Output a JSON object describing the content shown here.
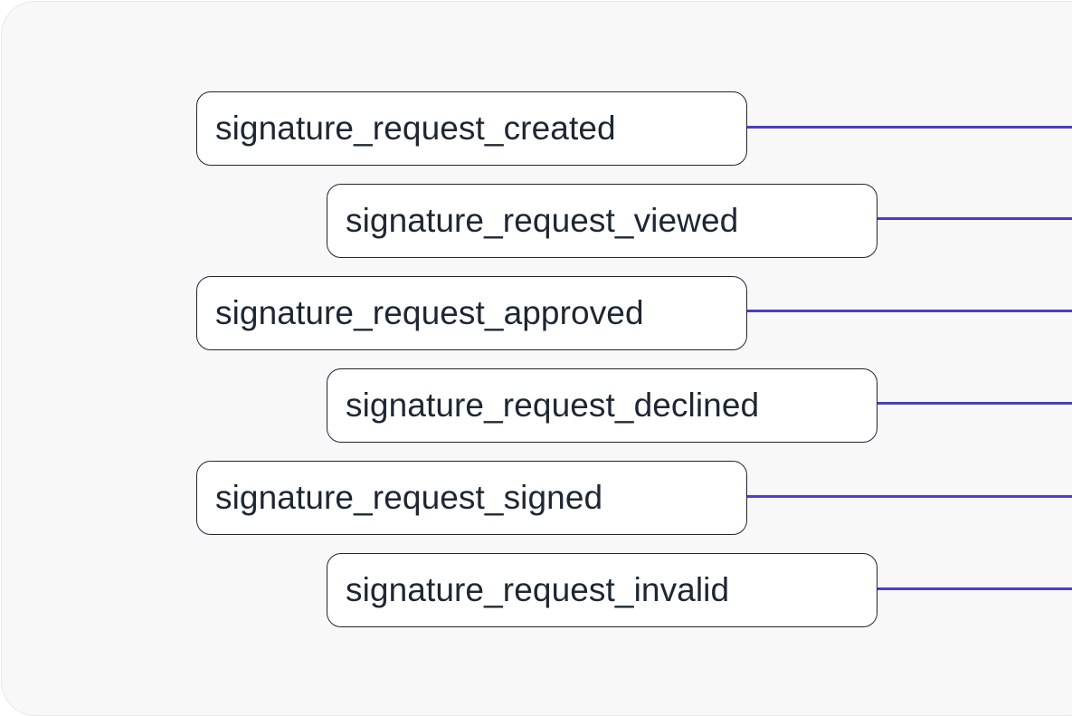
{
  "diagram": {
    "events": [
      {
        "label": "signature_request_created"
      },
      {
        "label": "signature_request_viewed"
      },
      {
        "label": "signature_request_approved"
      },
      {
        "label": "signature_request_declined"
      },
      {
        "label": "signature_request_signed"
      },
      {
        "label": "signature_request_invalid"
      }
    ],
    "colors": {
      "connector": "#4a3fc4",
      "box_border": "#1d2733",
      "text": "#1d2733",
      "panel_background": "#f8f8f8"
    }
  }
}
